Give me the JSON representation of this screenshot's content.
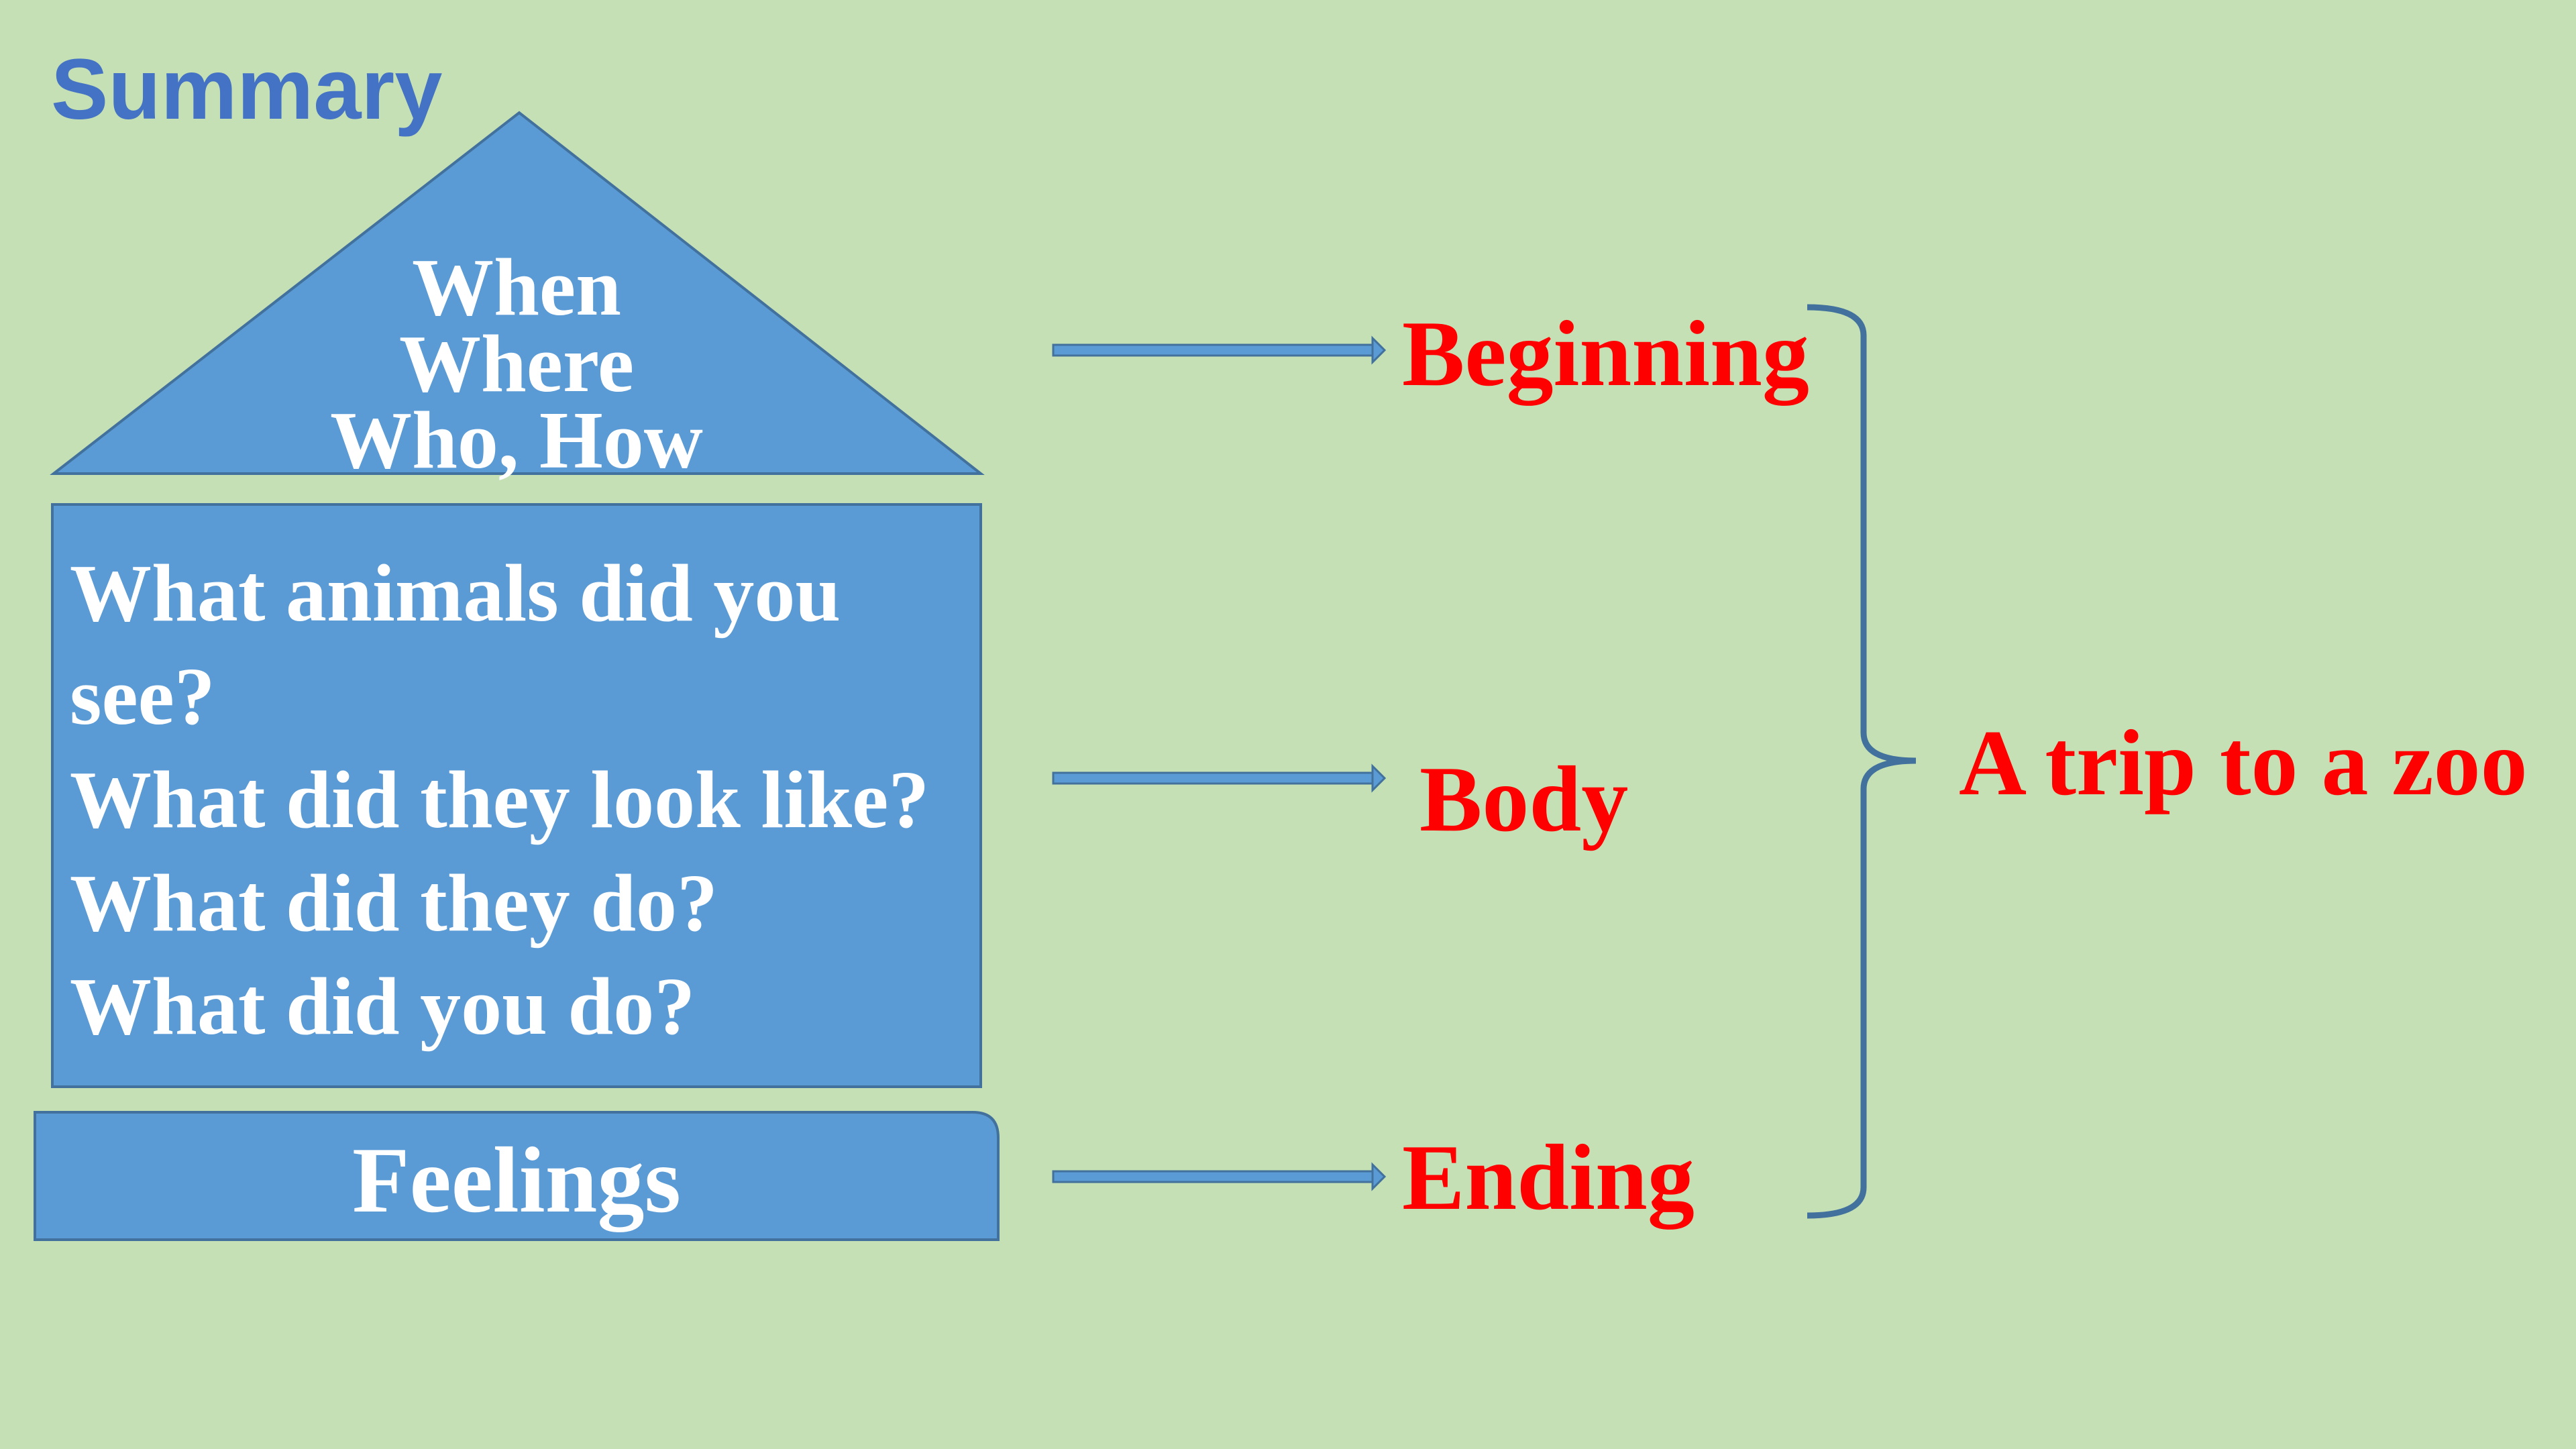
{
  "title": "Summary",
  "colors": {
    "background": "#c5e0b4",
    "shape_fill": "#5b9bd5",
    "shape_stroke": "#41719c",
    "title": "#4472c4",
    "label": "#ff0000",
    "bracket": "#41719c"
  },
  "house": {
    "roof_lines": [
      "When",
      "Where",
      "Who, How"
    ],
    "body_lines": [
      "What animals did you",
      "see?",
      "What did they look like?",
      "What did they do?",
      "What did you do?"
    ],
    "foundation": "Feelings"
  },
  "sections": {
    "beginning": "Beginning",
    "body": "Body",
    "ending": "Ending"
  },
  "topic": "A trip to a zoo"
}
